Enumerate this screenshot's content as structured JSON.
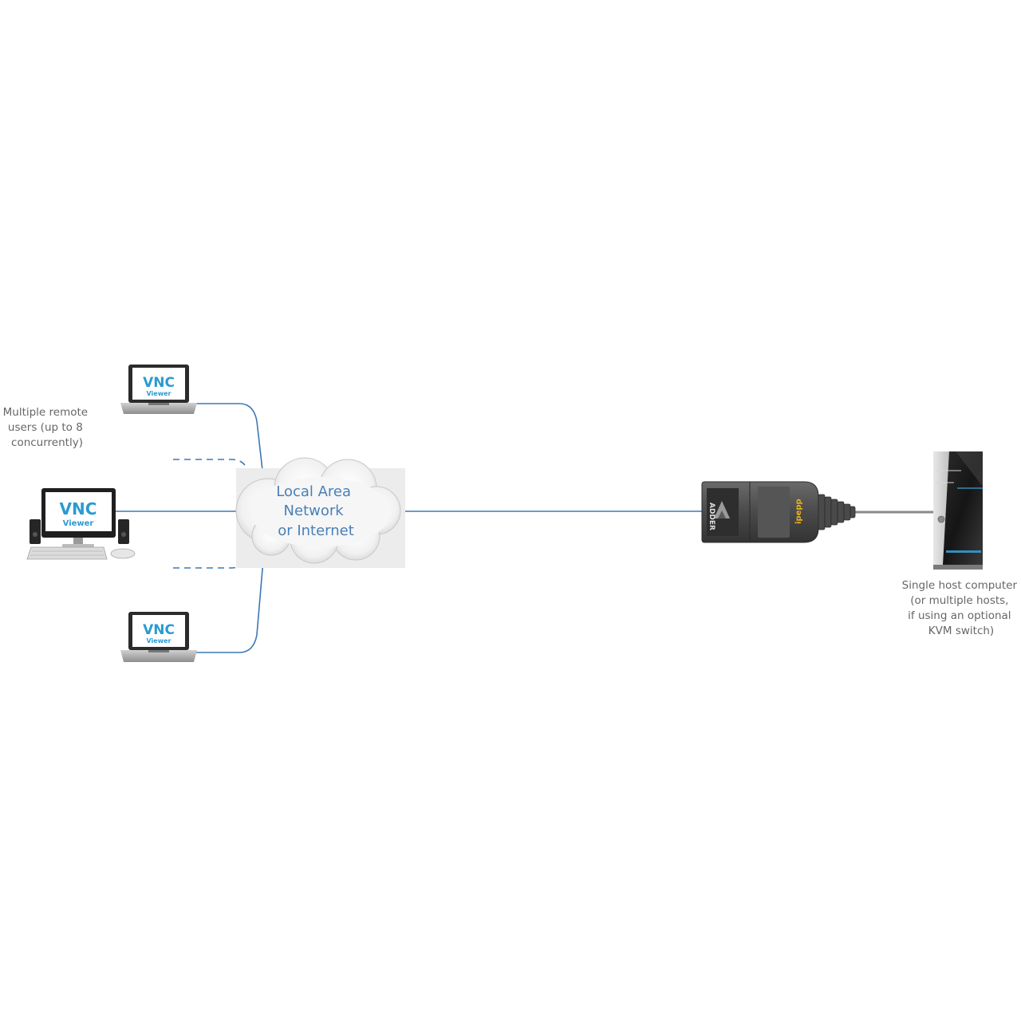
{
  "remote_users_label": [
    "Multiple remote",
    "users (up to 8",
    "concurrently)"
  ],
  "cloud_label": [
    "Local Area",
    "Network",
    "or Internet"
  ],
  "host_label": [
    "Single host computer",
    "(or multiple hosts,",
    "if using an optional",
    "KVM switch)"
  ],
  "screens": [
    {
      "brand": "VNC",
      "caption": "Viewer"
    },
    {
      "brand": "VNC",
      "caption": "Viewer"
    },
    {
      "brand": "VNC",
      "caption": "Viewer"
    }
  ],
  "device": {
    "brand": "ADDER",
    "model": "ipepp"
  },
  "colors": {
    "link_line": "#3d78b5",
    "host_cable": "#8a8a8a",
    "label_text": "#666666",
    "cloud_text": "#4a80b8",
    "vnc_blue": "#2a9bd1"
  }
}
